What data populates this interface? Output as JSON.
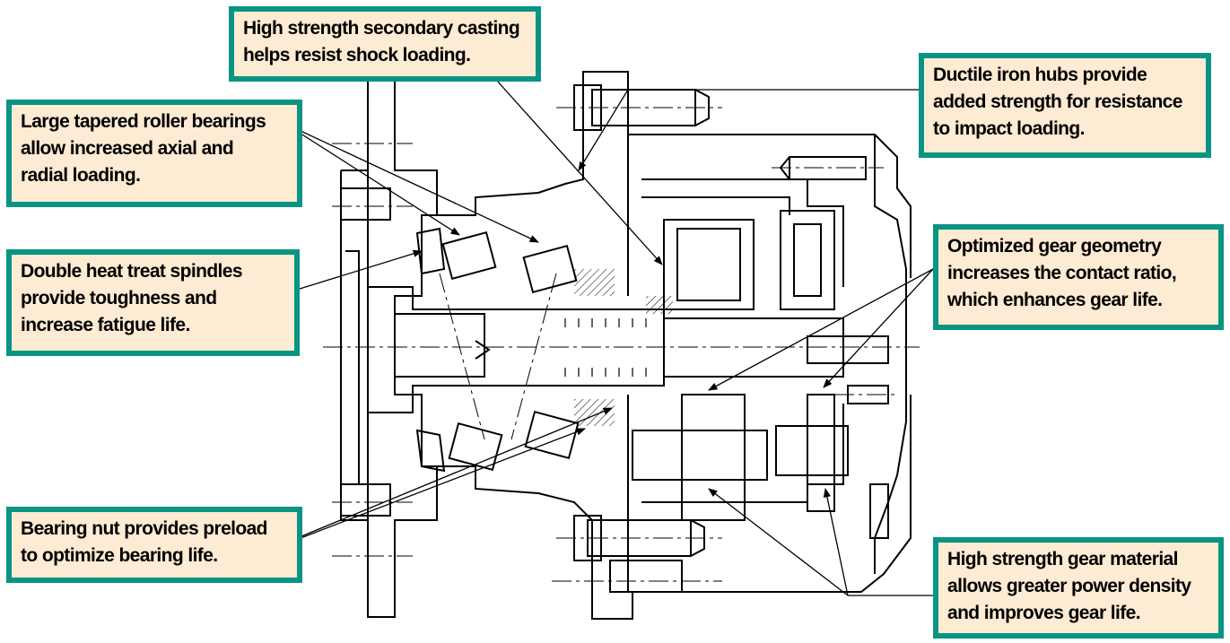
{
  "colors": {
    "callout_fill": "#fdebd3",
    "callout_border": "#0a9483",
    "drawing_line": "#000000"
  },
  "callouts": {
    "secondary_casting": {
      "lines": [
        "High strength secondary casting",
        "helps resist shock loading."
      ]
    },
    "ductile_hubs": {
      "lines": [
        "Ductile iron hubs provide",
        "added strength for resistance",
        "to impact loading."
      ]
    },
    "tapered_bearings": {
      "lines": [
        "Large tapered roller bearings",
        "allow increased axial and",
        "radial loading."
      ]
    },
    "heat_treat_spindles": {
      "lines": [
        "Double heat treat spindles",
        "provide toughness and",
        "increase fatigue life."
      ]
    },
    "gear_geometry": {
      "lines": [
        "Optimized gear geometry",
        "increases the contact ratio,",
        "which enhances gear life."
      ]
    },
    "bearing_nut": {
      "lines": [
        "Bearing nut provides preload",
        "to optimize bearing life."
      ]
    },
    "gear_material": {
      "lines": [
        "High strength gear material",
        "allows greater power density",
        "and improves gear life."
      ]
    }
  }
}
